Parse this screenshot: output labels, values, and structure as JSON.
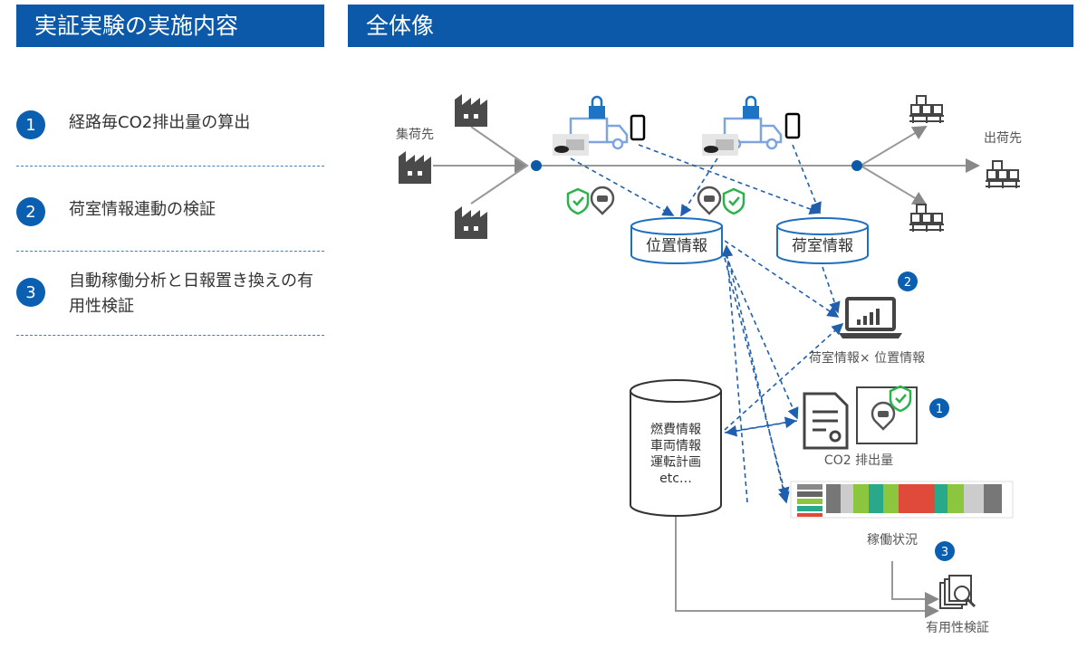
{
  "left_header": "実証実験の実施内容",
  "right_header": "全体像",
  "items": [
    {
      "num": "1",
      "text": "経路毎CO2排出量の算出"
    },
    {
      "num": "2",
      "text": "荷室情報連動の検証"
    },
    {
      "num": "3",
      "text": "自動稼働分析と日報置き換えの有用性検証"
    }
  ],
  "diagram": {
    "origin_label": "集荷先",
    "destination_label": "出荷先",
    "db_location": "位置情報",
    "db_cargo": "荷室情報",
    "db_other_lines": [
      "燃費情報",
      "車両情報",
      "運転計画",
      "etc…"
    ],
    "laptop_label": "荷室情報× 位置情報",
    "co2_label": "CO2 排出量",
    "operation_label": "稼働状況",
    "verify_label": "有用性検証",
    "badges": [
      "1",
      "2",
      "3"
    ],
    "accent": "#0b59a8",
    "arrow_color": "#1f5fae",
    "shield_color": "#2bb24c"
  }
}
